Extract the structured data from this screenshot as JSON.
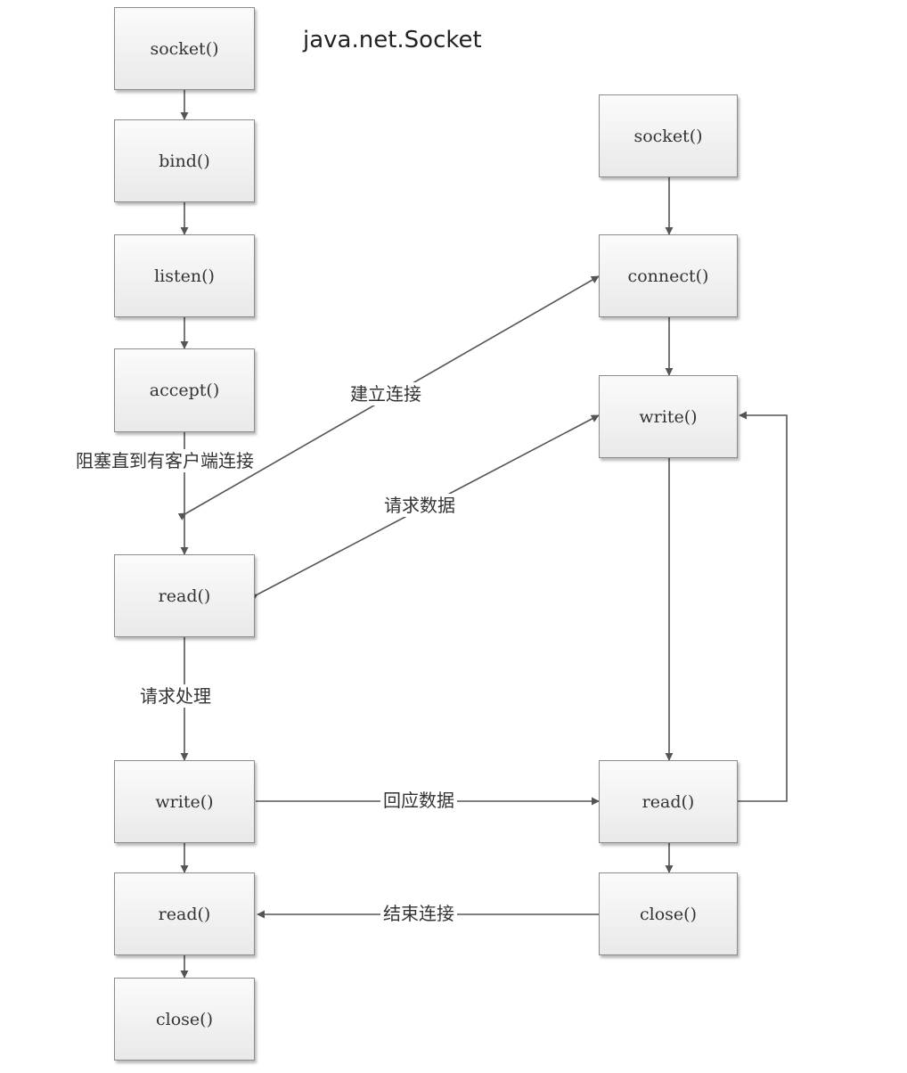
{
  "title": "java.net.Socket",
  "server": {
    "socket": "socket()",
    "bind": "bind()",
    "listen": "listen()",
    "accept": "accept()",
    "read1": "read()",
    "write": "write()",
    "read2": "read()",
    "close": "close()"
  },
  "client": {
    "socket": "socket()",
    "connect": "connect()",
    "write": "write()",
    "read": "read()",
    "close": "close()"
  },
  "labels": {
    "block_until_connect": "阻塞直到有客户端连接",
    "establish_connection": "建立连接",
    "request_data": "请求数据",
    "request_processing": "请求处理",
    "response_data": "回应数据",
    "end_connection": "结束连接"
  },
  "colors": {
    "line": "#555555",
    "box_border": "#8c8c8c",
    "text": "#333333"
  }
}
